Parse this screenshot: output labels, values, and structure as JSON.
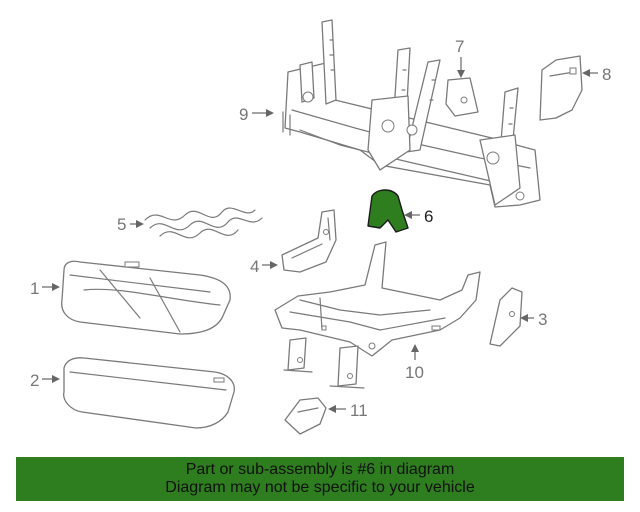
{
  "diagram": {
    "callouts": [
      "1",
      "2",
      "3",
      "4",
      "5",
      "6",
      "7",
      "8",
      "9",
      "10",
      "11"
    ],
    "highlighted_part": "6",
    "highlight_color": "#2e7d1f"
  },
  "banner": {
    "line1": "Part or sub-assembly is #6 in diagram",
    "line2": "Diagram may not be specific to your vehicle",
    "background": "#2e7d1f"
  }
}
